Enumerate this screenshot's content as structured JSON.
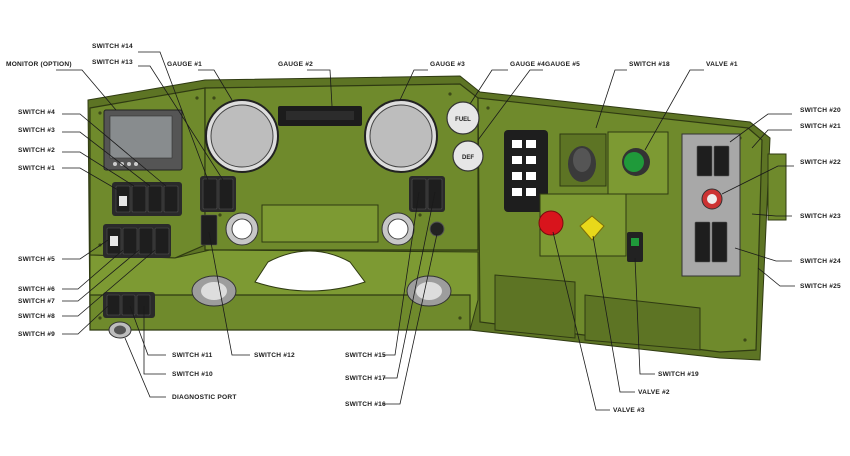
{
  "labels": {
    "monitor": "MONITOR (OPTION)",
    "switch14": "SWITCH #14",
    "switch13": "SWITCH #13",
    "gauge1": "GAUGE #1",
    "gauge2": "GAUGE #2",
    "gauge3": "GAUGE #3",
    "gauge4": "GAUGE #4",
    "gauge5": "GAUGE #5",
    "switch18": "SWITCH #18",
    "valve1": "VALVE #1",
    "switch20": "SWITCH #20",
    "switch21": "SWITCH #21",
    "switch22": "SWITCH #22",
    "switch23": "SWITCH #23",
    "switch24": "SWITCH #24",
    "switch25": "SWITCH #25",
    "switch4": "SWITCH #4",
    "switch3": "SWITCH #3",
    "switch2": "SWITCH #2",
    "switch1": "SWITCH #1",
    "switch5": "SWITCH #5",
    "switch6": "SWITCH #6",
    "switch7": "SWITCH #7",
    "switch8": "SWITCH #8",
    "switch9": "SWITCH #9",
    "switch11": "SWITCH #11",
    "switch10": "SWITCH #10",
    "diag": "DIAGNOSTIC PORT",
    "switch12": "SWITCH #12",
    "switch15": "SWITCH #15",
    "switch17": "SWITCH #17",
    "switch16": "SWITCH #16",
    "switch19": "SWITCH #19",
    "valve2": "VALVE #2",
    "valve3": "VALVE #3"
  },
  "gauge_text": {
    "fuel": "FUEL",
    "def": "DEF"
  },
  "colors": {
    "panel": "#6f8a2c",
    "red_valve": "#d8141c",
    "yellow_valve": "#e8d81a",
    "green_valve": "#1f9a3a"
  }
}
